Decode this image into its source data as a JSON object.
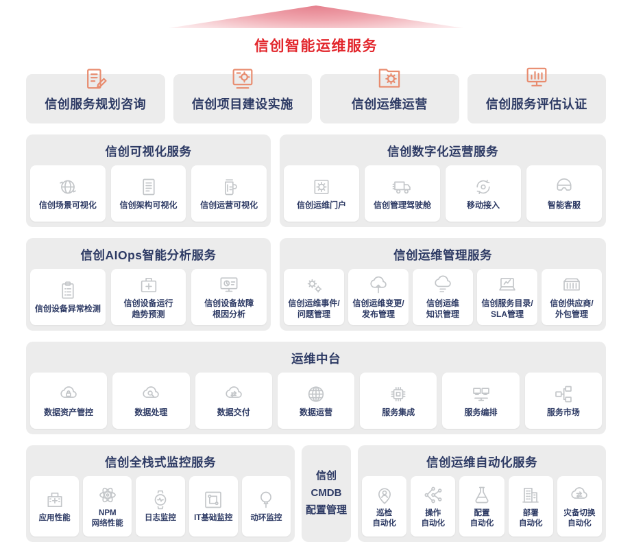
{
  "colors": {
    "title_red": "#e2262c",
    "navy_text": "#2d3a64",
    "panel_gray": "#ececec",
    "icon_orange": "#e88b6e",
    "icon_gray": "#c3c6c9"
  },
  "header": {
    "title": "信创智能运维服务"
  },
  "top_services": [
    {
      "label": "信创服务规划咨询",
      "icon": "clipboard-pen-icon"
    },
    {
      "label": "信创项目建设实施",
      "icon": "blueprint-gear-icon"
    },
    {
      "label": "信创运维运营",
      "icon": "folder-gear-icon"
    },
    {
      "label": "信创服务评估认证",
      "icon": "monitor-chart-icon"
    }
  ],
  "sections": {
    "visualization": {
      "title": "信创可视化服务",
      "items": [
        {
          "label": "信创场景可视化",
          "icon": "globe-sync-icon"
        },
        {
          "label": "信创架构可视化",
          "icon": "document-lines-icon"
        },
        {
          "label": "信创运营可视化",
          "icon": "mug-gauge-icon"
        }
      ]
    },
    "digital_ops": {
      "title": "信创数字化运营服务",
      "items": [
        {
          "label": "信创运维门户",
          "icon": "framed-gear-icon"
        },
        {
          "label": "信创管理驾驶舱",
          "icon": "truck-icon"
        },
        {
          "label": "移动接入",
          "icon": "circular-arrows-icon"
        },
        {
          "label": "智能客服",
          "icon": "vr-headset-icon"
        }
      ]
    },
    "aiops": {
      "title": "信创AIOps智能分析服务",
      "items": [
        {
          "label": "信创设备异常检测",
          "icon": "checklist-icon"
        },
        {
          "label": "信创设备运行\n趋势预测",
          "icon": "medical-kit-icon"
        },
        {
          "label": "信创设备故障\n根因分析",
          "icon": "screen-analytics-icon"
        }
      ]
    },
    "ops_mgmt": {
      "title": "信创运维管理服务",
      "items": [
        {
          "label": "信创运维事件/\n问题管理",
          "icon": "double-gear-icon"
        },
        {
          "label": "信创运维变更/\n发布管理",
          "icon": "cloud-upload-icon"
        },
        {
          "label": "信创运维\n知识管理",
          "icon": "cloud-document-icon"
        },
        {
          "label": "信创服务目录/\nSLA管理",
          "icon": "laptop-chart-icon"
        },
        {
          "label": "信创供应商/\n外包管理",
          "icon": "container-icon"
        }
      ]
    },
    "middle_platform": {
      "title": "运维中台",
      "items": [
        {
          "label": "数据资产管控",
          "icon": "cloud-lock-icon"
        },
        {
          "label": "数据处理",
          "icon": "cloud-search-icon"
        },
        {
          "label": "数据交付",
          "icon": "cloud-sync-icon"
        },
        {
          "label": "数据运营",
          "icon": "globe-grid-icon"
        },
        {
          "label": "服务集成",
          "icon": "chip-icon"
        },
        {
          "label": "服务编排",
          "icon": "dual-screen-icon"
        },
        {
          "label": "服务市场",
          "icon": "server-network-icon"
        }
      ]
    },
    "monitoring": {
      "title": "信创全栈式监控服务",
      "items": [
        {
          "label": "应用性能",
          "icon": "hospital-cross-icon"
        },
        {
          "label": "NPM\n网络性能",
          "icon": "atom-icon"
        },
        {
          "label": "日志监控",
          "icon": "watch-pulse-icon"
        },
        {
          "label": "IT基础监控",
          "icon": "circuit-board-icon"
        },
        {
          "label": "动环监控",
          "icon": "balloon-icon"
        }
      ]
    },
    "cmdb": {
      "label": "信创\nCMDB\n配置管理"
    },
    "automation": {
      "title": "信创运维自动化服务",
      "items": [
        {
          "label": "巡检\n自动化",
          "icon": "location-person-icon"
        },
        {
          "label": "操作\n自动化",
          "icon": "network-nodes-icon"
        },
        {
          "label": "配置\n自动化",
          "icon": "flask-icon"
        },
        {
          "label": "部署\n自动化",
          "icon": "building-icon"
        },
        {
          "label": "灾备切换\n自动化",
          "icon": "cloud-swap-icon"
        }
      ]
    }
  }
}
